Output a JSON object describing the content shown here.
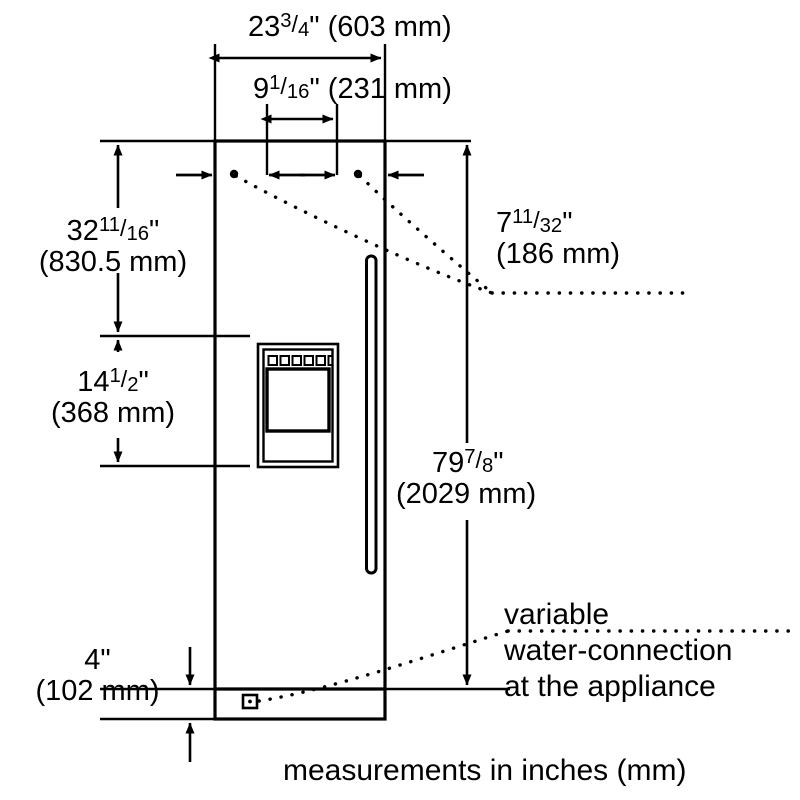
{
  "drawing": {
    "title": "Side-by-side refrigerator installation dimension drawing",
    "caption": "measurements in inches (mm)",
    "line_color": "#000000",
    "background": "#ffffff"
  },
  "dimensions": {
    "width_overall": {
      "name": "overall-width",
      "whole": "23",
      "num": "3",
      "den": "4",
      "unit": "\"",
      "metric": "(603 mm)"
    },
    "width_dispenser_offset": {
      "name": "dispenser-offset-width",
      "whole": "9",
      "num": "1",
      "den": "16",
      "unit": "\"",
      "metric": "(231 mm)"
    },
    "height_upper": {
      "name": "upper-section-height",
      "whole": "32",
      "num": "11",
      "den": "16",
      "unit": "\"",
      "metric": "(830.5 mm)"
    },
    "height_dispenser": {
      "name": "dispenser-section-height",
      "whole": "14",
      "num": "1",
      "den": "2",
      "unit": "\"",
      "metric": "(368 mm)"
    },
    "depth_handle": {
      "name": "handle-projection",
      "whole": "7",
      "num": "11",
      "den": "32",
      "unit": "\"",
      "metric": "(186 mm)"
    },
    "height_overall": {
      "name": "overall-height",
      "whole": "79",
      "num": "7",
      "den": "8",
      "unit": "\"",
      "metric": "(2029 mm)"
    },
    "height_base": {
      "name": "base-height",
      "whole": "4",
      "num": "",
      "den": "",
      "unit": "\"",
      "metric": "(102 mm)"
    }
  },
  "annotations": {
    "water_connection": {
      "line1": "variable",
      "line2": "water-connection",
      "line3": "at the appliance"
    }
  }
}
